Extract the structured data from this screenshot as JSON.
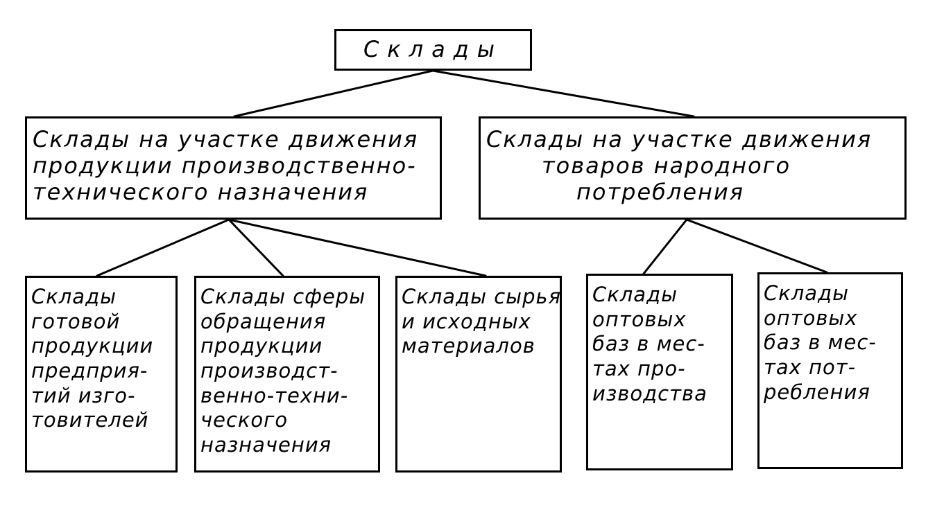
{
  "root": {
    "label": "Склады"
  },
  "categories": [
    {
      "lines": [
        "Склады на участке движения",
        "продукции производственно-",
        "технического назначения"
      ]
    },
    {
      "lines": [
        "Склады на участке движения",
        "товаров народного",
        "потребления"
      ]
    }
  ],
  "leaves": [
    {
      "lines": [
        "Склады",
        "готовой",
        "продукции",
        "предприя-",
        "тий изго-",
        "товителей"
      ]
    },
    {
      "lines": [
        "Склады сферы",
        "обращения",
        "продукции",
        "производст-",
        "венно-техни-",
        "ческого",
        "назначения"
      ]
    },
    {
      "lines": [
        "Склады сырья",
        "и исходных",
        "материалов"
      ]
    },
    {
      "lines": [
        "Склады",
        "оптовых",
        "баз в мес-",
        "тах про-",
        "изводства"
      ]
    },
    {
      "lines": [
        "Склады",
        "оптовых",
        "баз в мес-",
        "тах пот-",
        "ребления"
      ]
    }
  ]
}
